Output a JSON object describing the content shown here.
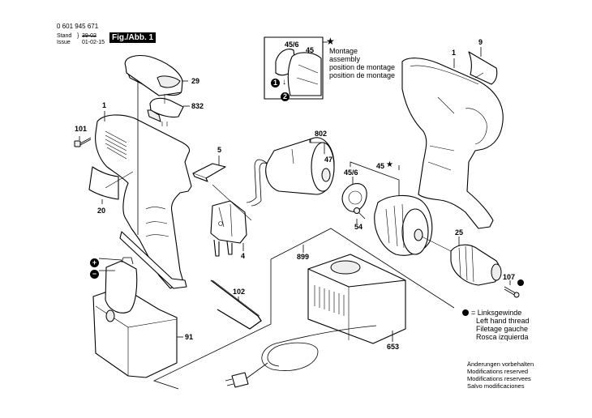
{
  "header": {
    "part_number": "0 601 945 671",
    "stand_label": "Stand",
    "stand_value": "39-02",
    "issue_label": "Issue",
    "issue_value": "01-02-15",
    "figure_label": "Fig./Abb. 1"
  },
  "assembly_note": {
    "marker": "★",
    "lines": [
      "Montage",
      "assembly",
      "position de montage",
      "position de montage"
    ],
    "inset_labels": {
      "a": "45/6",
      "b": "45"
    },
    "steps": [
      "1",
      "2"
    ]
  },
  "part_labels": {
    "p1_left": "1",
    "p1_right": "1",
    "p4": "4",
    "p5": "5",
    "p9": "9",
    "p20": "20",
    "p25": "25",
    "p29": "29",
    "p45": "45",
    "p45_star": "★",
    "p45_6": "45/6",
    "p47": "47",
    "p54": "54",
    "p91": "91",
    "p101": "101",
    "p102": "102",
    "p107": "107",
    "p653": "653",
    "p802": "802",
    "p832": "832",
    "p899": "899",
    "plus": "+",
    "minus": "−"
  },
  "legend": {
    "symbol": "left-hand-thread-dot",
    "eq": "=",
    "lines": [
      "Linksgewinde",
      "Left hand thread",
      "Filetage gauche",
      "Rosca izquierda"
    ]
  },
  "modifications": {
    "lines": [
      "Änderungen vorbehalten",
      "Modifications reserved",
      "Modifications reservees",
      "Salvo modificaciones"
    ]
  }
}
